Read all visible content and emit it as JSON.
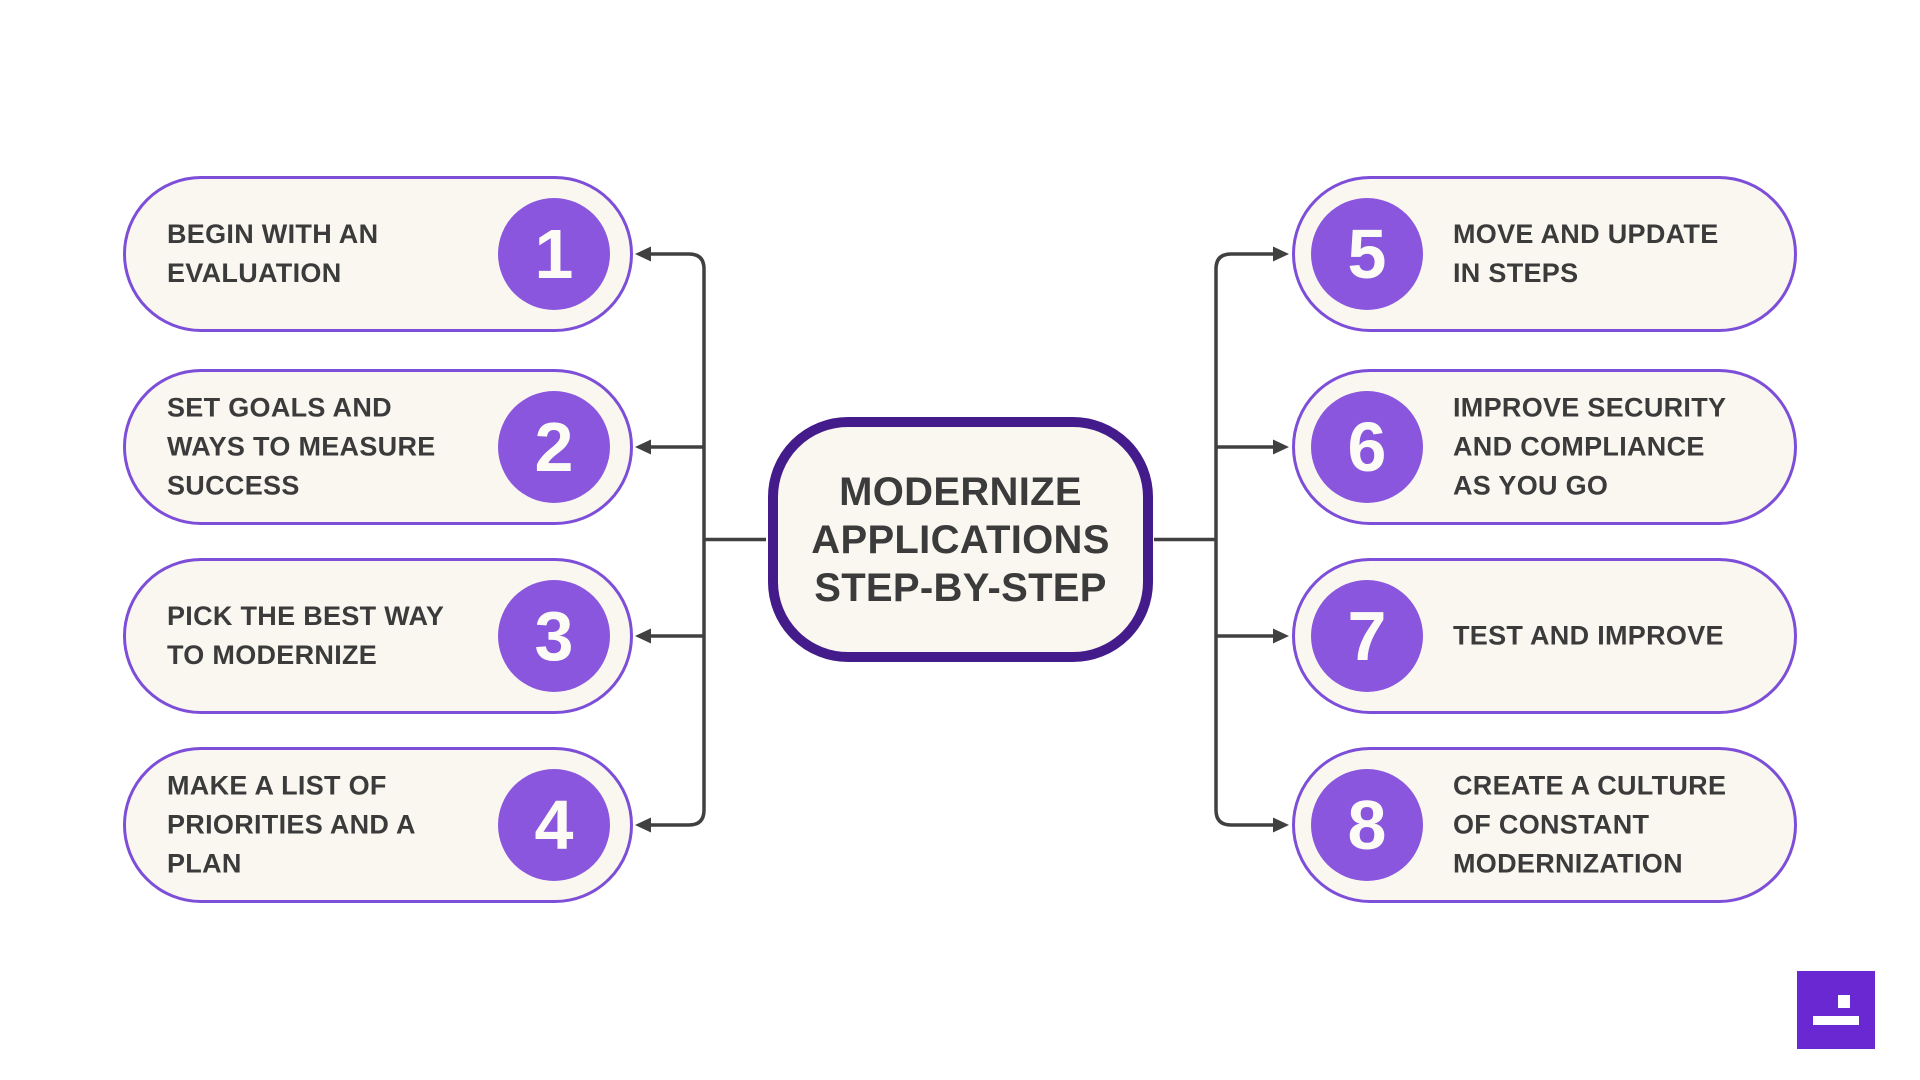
{
  "center": {
    "lines": [
      "MODERNIZE",
      "APPLICATIONS",
      "STEP-BY-STEP"
    ]
  },
  "steps": [
    {
      "number": "1",
      "side": "left",
      "lines": [
        "BEGIN WITH AN",
        "EVALUATION"
      ]
    },
    {
      "number": "2",
      "side": "left",
      "lines": [
        "SET GOALS AND",
        "WAYS TO MEASURE",
        "SUCCESS"
      ]
    },
    {
      "number": "3",
      "side": "left",
      "lines": [
        "PICK THE BEST WAY",
        "TO MODERNIZE"
      ]
    },
    {
      "number": "4",
      "side": "left",
      "lines": [
        "MAKE A LIST OF",
        "PRIORITIES AND A",
        "PLAN"
      ]
    },
    {
      "number": "5",
      "side": "right",
      "lines": [
        "MOVE AND UPDATE",
        "IN STEPS"
      ]
    },
    {
      "number": "6",
      "side": "right",
      "lines": [
        "IMPROVE SECURITY",
        "AND COMPLIANCE",
        "AS YOU GO"
      ]
    },
    {
      "number": "7",
      "side": "right",
      "lines": [
        "TEST AND IMPROVE"
      ]
    },
    {
      "number": "8",
      "side": "right",
      "lines": [
        "CREATE A CULTURE",
        "OF CONSTANT",
        "MODERNIZATION"
      ]
    }
  ],
  "colors": {
    "accent": "#7d4ed8",
    "circle": "#8a56dd",
    "node_border": "#441b8a",
    "card_bg": "#faf7f1",
    "text": "#3b3b3b",
    "line": "#404040",
    "logo_bg": "#6928d2"
  }
}
